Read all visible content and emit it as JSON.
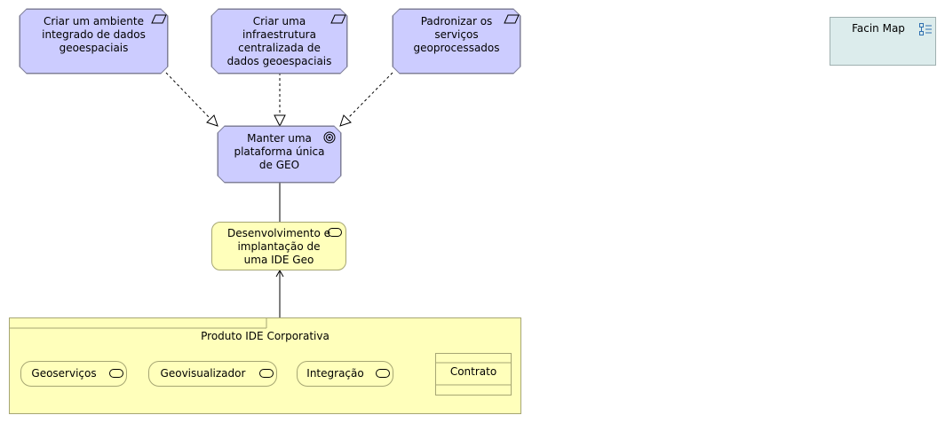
{
  "diagram": {
    "principles": [
      {
        "id": "p1",
        "label": "Criar um ambiente\nintegrado de dados\ngeoespaciais"
      },
      {
        "id": "p2",
        "label": "Criar uma\ninfraestrutura\ncentralizada de\ndados geoespaciais"
      },
      {
        "id": "p3",
        "label": "Padronizar os\nserviços\ngeoprocessados"
      }
    ],
    "goal": {
      "label": "Manter uma\nplataforma única\nde GEO"
    },
    "service": {
      "label": "Desenvolvimento e\nimplantação de\numa IDE Geo"
    },
    "product": {
      "label": "Produto IDE Corporativa",
      "services": [
        {
          "label": "Geoserviços"
        },
        {
          "label": "Geovisualizador"
        },
        {
          "label": "Integração"
        }
      ],
      "contract": {
        "label": "Contrato"
      }
    },
    "legend": {
      "label": "Facin Map"
    }
  }
}
